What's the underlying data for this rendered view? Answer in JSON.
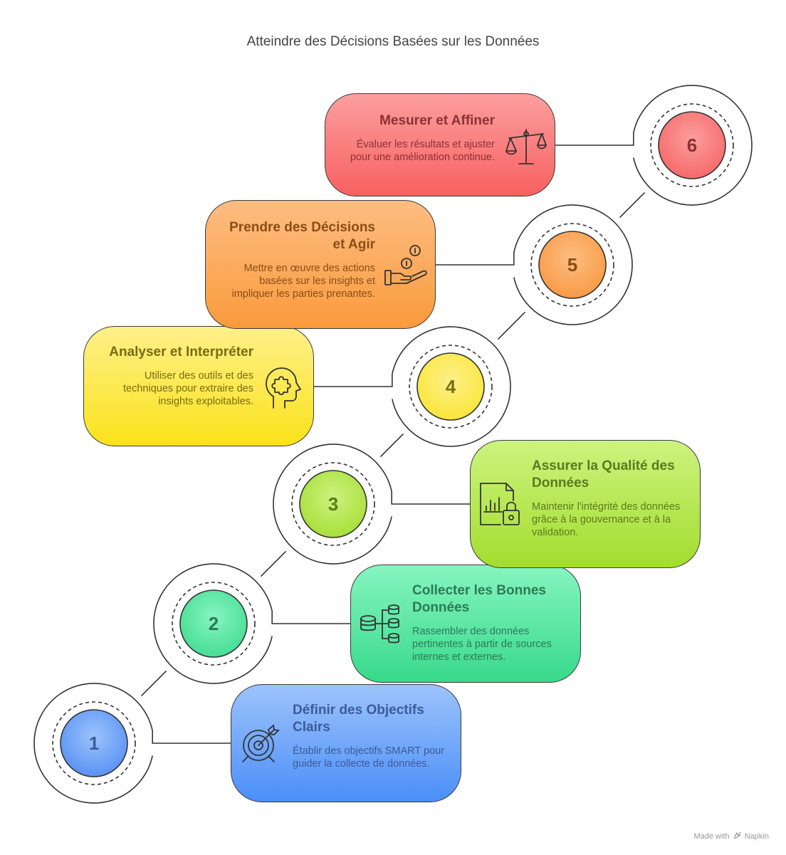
{
  "title": "Atteindre des Décisions Basées sur les Données",
  "steps": [
    {
      "number": "1",
      "heading": "Définir des Objectifs Clairs",
      "description": "Établir des objectifs SMART pour guider la collecte de données.",
      "icon": "target-arrow-icon",
      "fill_top": "#9cc3fb",
      "fill_bottom": "#4b8ef8",
      "circle": "#5a93f5",
      "text_color": "#3c5a9a"
    },
    {
      "number": "2",
      "heading": "Collecter les Bonnes Données",
      "description": "Rassembler des données pertinentes à partir de sources internes et externes.",
      "icon": "database-network-icon",
      "fill_top": "#86f5c0",
      "fill_bottom": "#38d98b",
      "circle": "#47dd95",
      "text_color": "#2c7a55"
    },
    {
      "number": "3",
      "heading": "Assurer la Qualité des Données",
      "description": "Maintenir l'intégrité des données grâce à la gouvernance et à la validation.",
      "icon": "secure-report-icon",
      "fill_top": "#ccf37f",
      "fill_bottom": "#a3dd2e",
      "circle": "#a8df3a",
      "text_color": "#5a7a1e"
    },
    {
      "number": "4",
      "heading": "Analyser et Interpréter",
      "description": "Utiliser des outils et des techniques pour extraire des insights exploitables.",
      "icon": "head-puzzle-icon",
      "fill_top": "#fdf08a",
      "fill_bottom": "#fbe21a",
      "circle": "#fae63a",
      "text_color": "#7a6c14"
    },
    {
      "number": "5",
      "heading": "Prendre des Décisions et Agir",
      "description": "Mettre en œuvre des actions basées sur les insights et impliquer les parties prenantes.",
      "icon": "hand-coins-icon",
      "fill_top": "#fdbd82",
      "fill_bottom": "#fa9a3c",
      "circle": "#f89b46",
      "text_color": "#8a4d16"
    },
    {
      "number": "6",
      "heading": "Mesurer et Affiner",
      "description": "Évaluer les résultats et ajuster pour une amélioration continue.",
      "icon": "balance-scale-icon",
      "fill_top": "#fc9e9e",
      "fill_bottom": "#f86060",
      "circle": "#f66a6a",
      "text_color": "#8a3333"
    }
  ],
  "footer": {
    "made_with": "Made with",
    "brand": "Napkin"
  }
}
